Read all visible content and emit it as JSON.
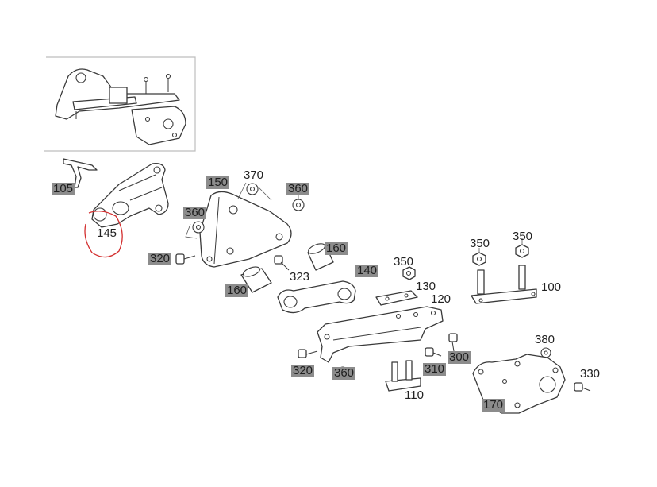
{
  "callouts": [
    {
      "id": "105",
      "text": "105",
      "highlight": true
    },
    {
      "id": "145",
      "text": "145",
      "highlight": false
    },
    {
      "id": "150",
      "text": "150",
      "highlight": true
    },
    {
      "id": "370",
      "text": "370",
      "highlight": false
    },
    {
      "id": "360a",
      "text": "360",
      "highlight": true
    },
    {
      "id": "360b",
      "text": "360",
      "highlight": true
    },
    {
      "id": "320a",
      "text": "320",
      "highlight": true
    },
    {
      "id": "160a",
      "text": "160",
      "highlight": true
    },
    {
      "id": "323",
      "text": "323",
      "highlight": false
    },
    {
      "id": "160b",
      "text": "160",
      "highlight": true
    },
    {
      "id": "140",
      "text": "140",
      "highlight": true
    },
    {
      "id": "350a",
      "text": "350",
      "highlight": false
    },
    {
      "id": "130",
      "text": "130",
      "highlight": false
    },
    {
      "id": "120",
      "text": "120",
      "highlight": false
    },
    {
      "id": "350b",
      "text": "350",
      "highlight": false
    },
    {
      "id": "350c",
      "text": "350",
      "highlight": false
    },
    {
      "id": "100",
      "text": "100",
      "highlight": false
    },
    {
      "id": "300",
      "text": "300",
      "highlight": true
    },
    {
      "id": "310",
      "text": "310",
      "highlight": true
    },
    {
      "id": "380",
      "text": "380",
      "highlight": false
    },
    {
      "id": "330",
      "text": "330",
      "highlight": false
    },
    {
      "id": "320b",
      "text": "320",
      "highlight": true
    },
    {
      "id": "360c",
      "text": "360",
      "highlight": true
    },
    {
      "id": "110",
      "text": "110",
      "highlight": false
    },
    {
      "id": "170",
      "text": "170",
      "highlight": true
    }
  ],
  "colors": {
    "line": "#3a3a3a",
    "label_highlight": "#8c8c8c",
    "annotation_circle": "#d32f2f"
  }
}
